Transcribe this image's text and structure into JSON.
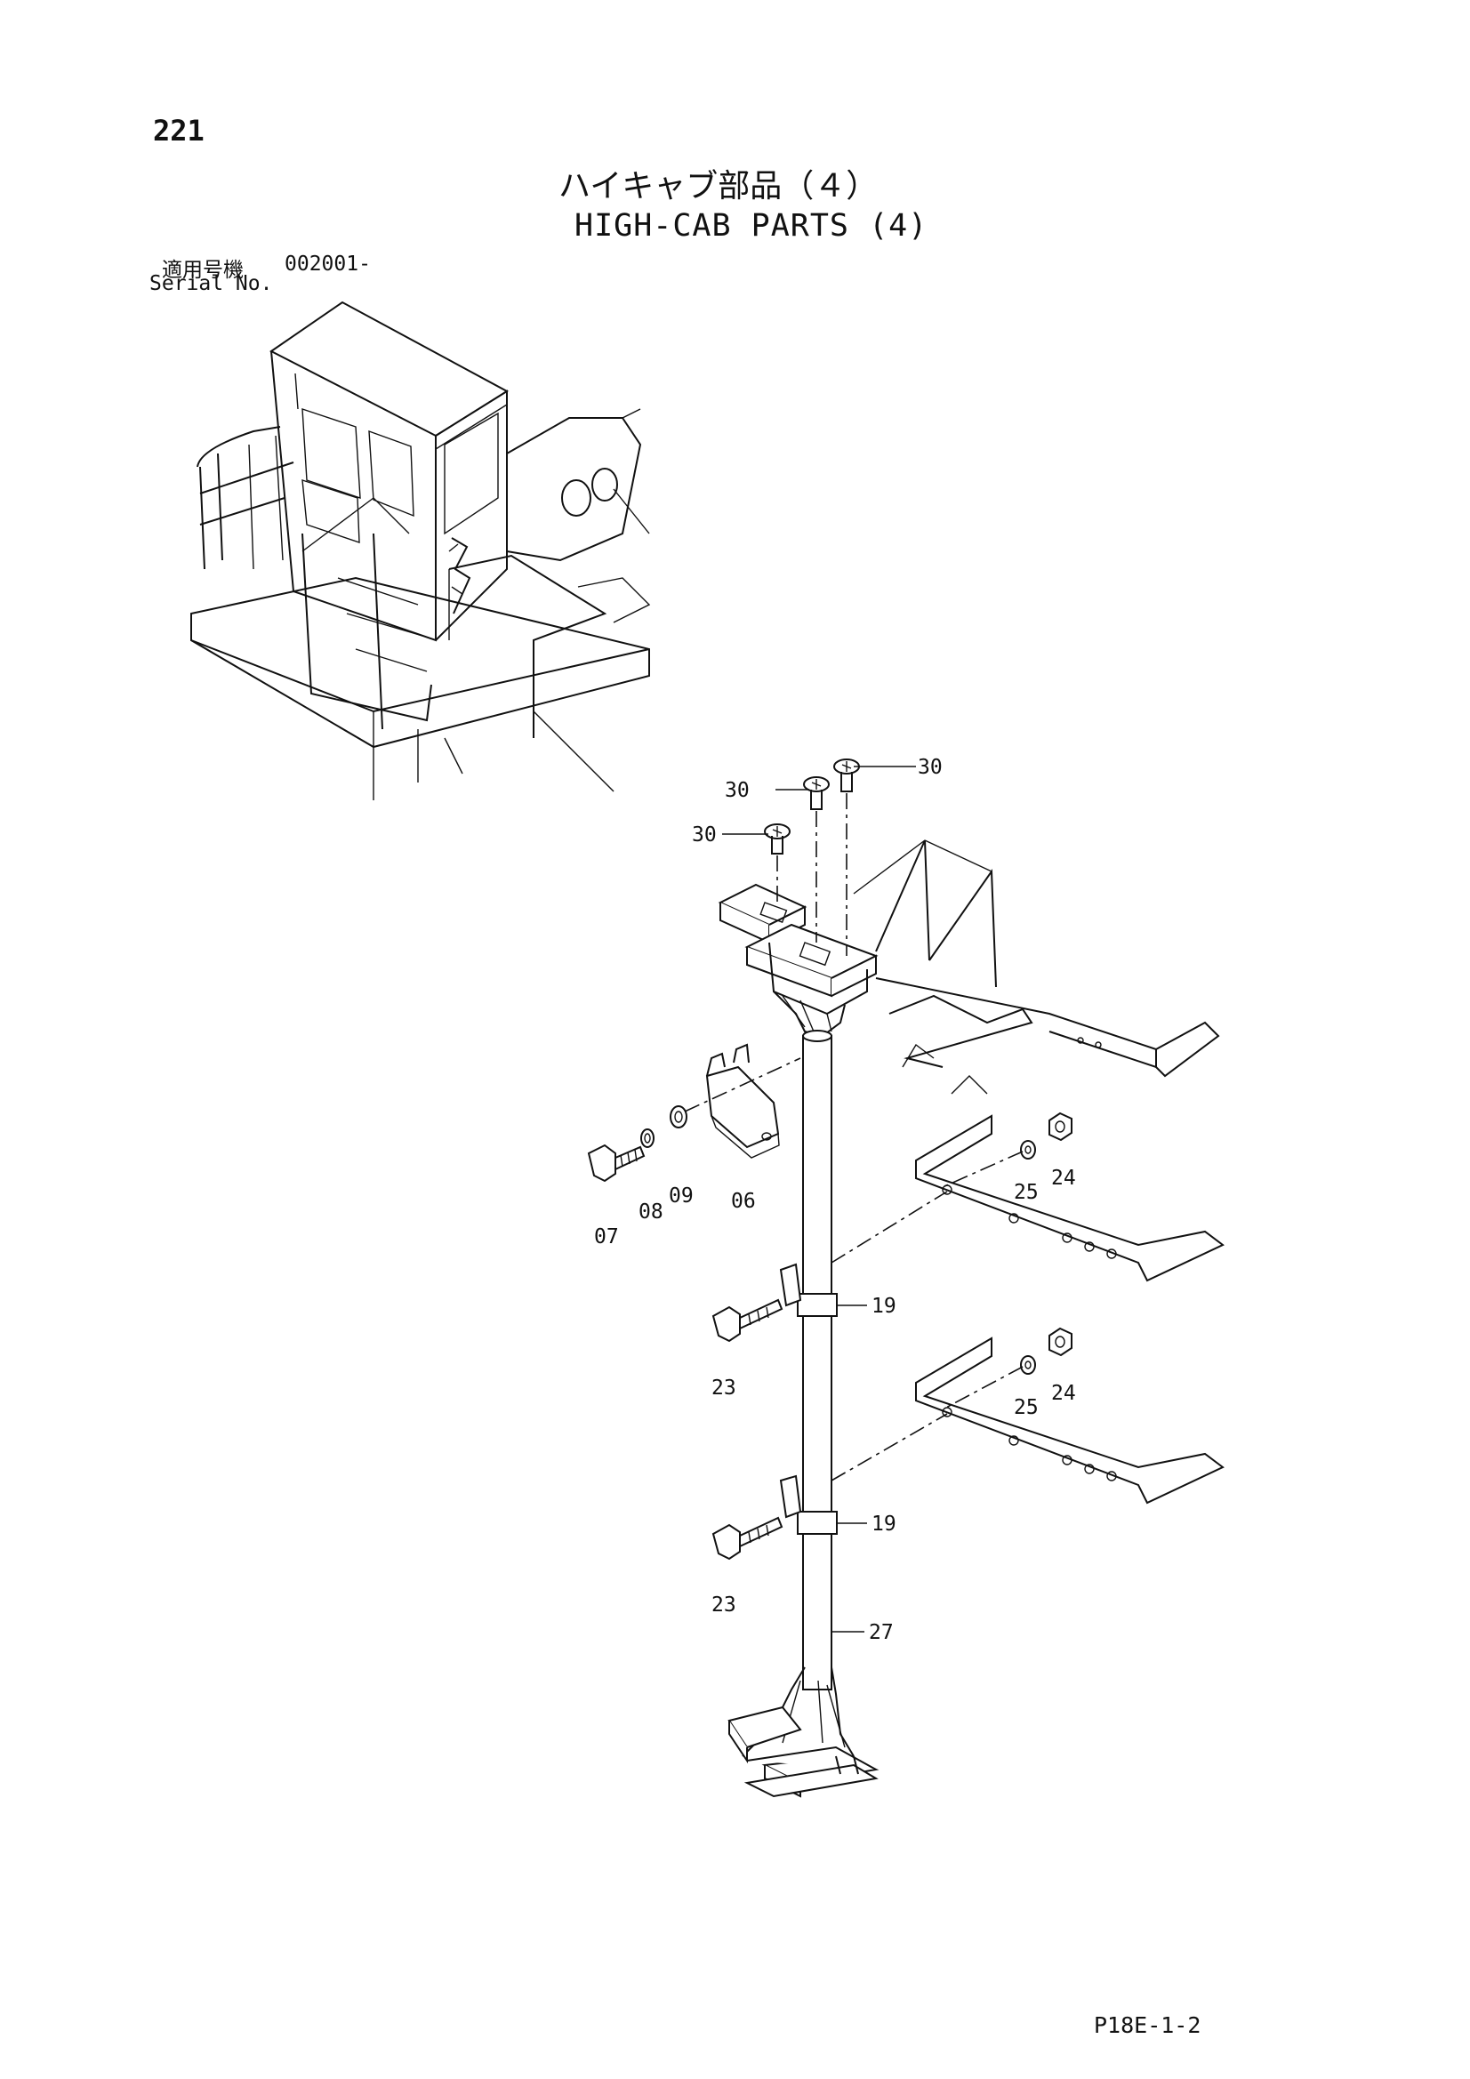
{
  "page": {
    "number": "221",
    "title_jp": "ハイキャブ部品（４）",
    "title_en": "HIGH-CAB PARTS (4)",
    "serial_label_jp": "適用号機",
    "serial_range": "002001-",
    "serial_label_en": "Serial No.",
    "page_code": "P18E-1-2"
  },
  "callouts": {
    "c30a": "30",
    "c30b": "30",
    "c30c": "30",
    "c06": "06",
    "c07": "07",
    "c08": "08",
    "c09": "09",
    "c19a": "19",
    "c19b": "19",
    "c23a": "23",
    "c23b": "23",
    "c24a": "24",
    "c24b": "24",
    "c25a": "25",
    "c25b": "25",
    "c27": "27"
  }
}
